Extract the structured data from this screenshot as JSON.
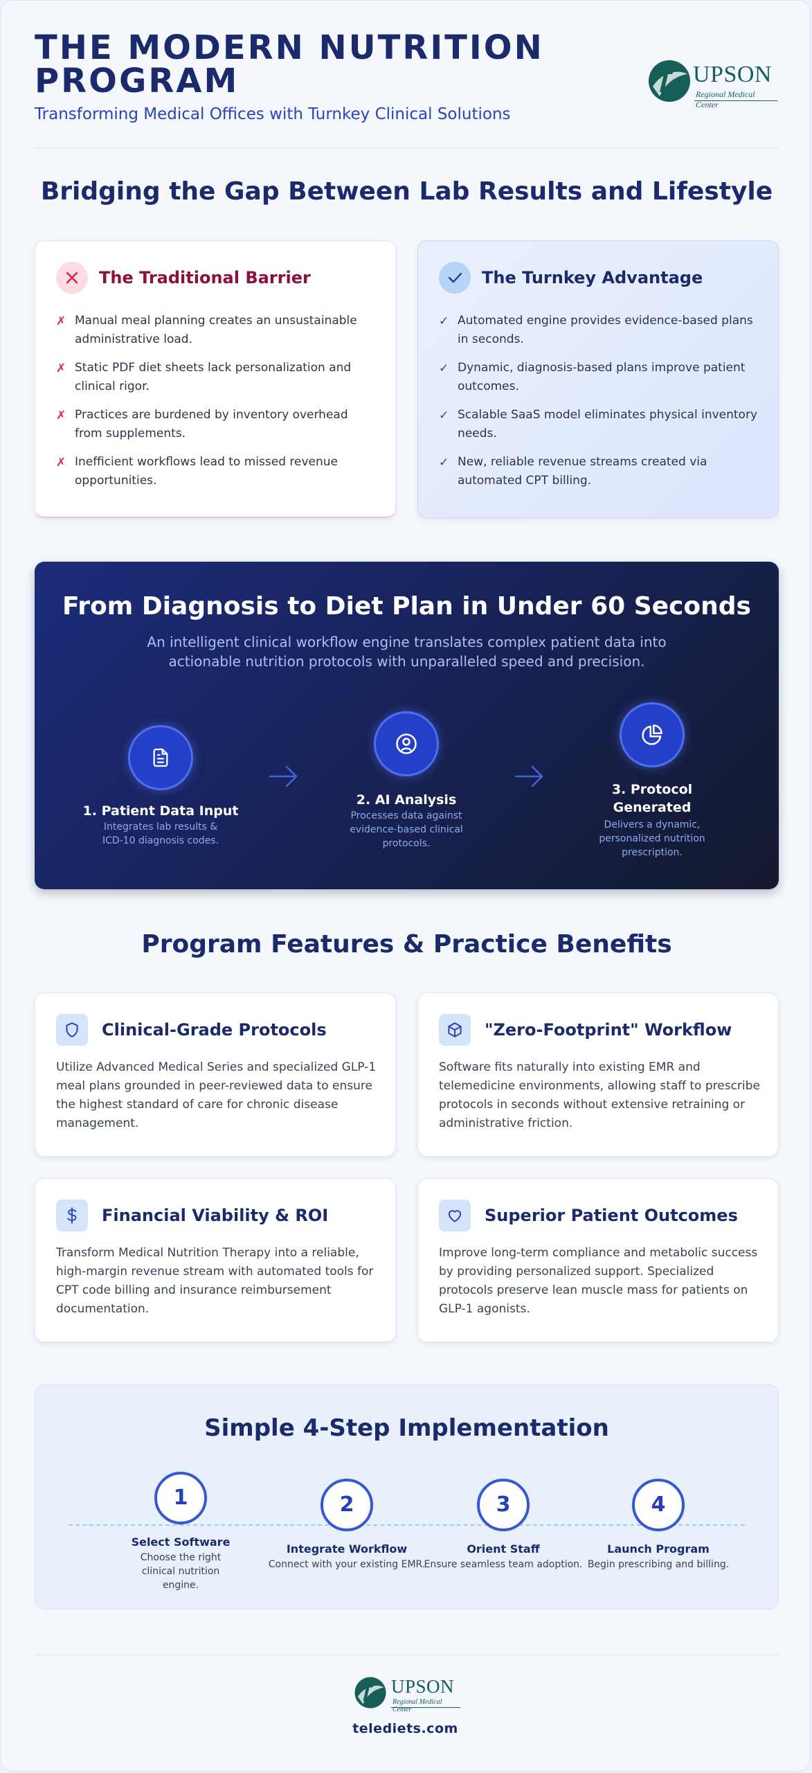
{
  "header": {
    "title": "THE MODERN NUTRITION PROGRAM",
    "subtitle": "Transforming Medical Offices with Turnkey Clinical Solutions",
    "logo": {
      "name": "UPSON",
      "tagline": "Regional Medical Center"
    }
  },
  "gap_section": {
    "title": "Bridging the Gap Between Lab Results and Lifestyle",
    "barrier": {
      "title": "The Traditional Barrier",
      "icon": "x-icon",
      "items": [
        "Manual meal planning creates an unsustainable administrative load.",
        "Static PDF diet sheets lack personalization and clinical rigor.",
        "Practices are burdened by inventory overhead from supplements.",
        "Inefficient workflows lead to missed revenue opportunities."
      ]
    },
    "advantage": {
      "title": "The Turnkey Advantage",
      "icon": "check-icon",
      "items": [
        "Automated engine provides evidence-based plans in seconds.",
        "Dynamic, diagnosis-based plans improve patient outcomes.",
        "Scalable SaaS model eliminates physical inventory needs.",
        "New, reliable revenue streams created via automated CPT billing."
      ]
    },
    "marks": {
      "x": "✗",
      "ok": "✓"
    }
  },
  "workflow": {
    "title": "From Diagnosis to Diet Plan in Under 60 Seconds",
    "description": "An intelligent clinical workflow engine translates complex patient data into actionable nutrition protocols with unparalleled speed and precision.",
    "steps": [
      {
        "title": "1. Patient Data Input",
        "desc": "Integrates lab results & ICD-10 diagnosis codes.",
        "icon": "document-icon"
      },
      {
        "title": "2. AI Analysis",
        "desc": "Processes data against evidence-based clinical protocols.",
        "icon": "analysis-icon"
      },
      {
        "title": "3. Protocol Generated",
        "desc": "Delivers a dynamic, personalized nutrition prescription.",
        "icon": "pie-chart-icon"
      }
    ]
  },
  "features": {
    "title": "Program Features & Practice Benefits",
    "items": [
      {
        "title": "Clinical-Grade Protocols",
        "icon": "shield-icon",
        "desc": "Utilize Advanced Medical Series and specialized GLP-1 meal plans grounded in peer-reviewed data to ensure the highest standard of care for chronic disease management."
      },
      {
        "title": "\"Zero-Footprint\" Workflow",
        "icon": "box-icon",
        "desc": "Software fits naturally into existing EMR and telemedicine environments, allowing staff to prescribe protocols in seconds without extensive retraining or administrative friction."
      },
      {
        "title": "Financial Viability & ROI",
        "icon": "dollar-icon",
        "desc": "Transform Medical Nutrition Therapy into a reliable, high-margin revenue stream with automated tools for CPT code billing and insurance reimbursement documentation."
      },
      {
        "title": "Superior Patient Outcomes",
        "icon": "heart-icon",
        "desc": "Improve long-term compliance and metabolic success by providing personalized support. Specialized protocols preserve lean muscle mass for patients on GLP-1 agonists."
      }
    ]
  },
  "implementation": {
    "title": "Simple 4-Step Implementation",
    "steps": [
      {
        "num": "1",
        "title": "Select Software",
        "desc": "Choose the right clinical nutrition engine."
      },
      {
        "num": "2",
        "title": "Integrate Workflow",
        "desc": "Connect with your existing EMR."
      },
      {
        "num": "3",
        "title": "Orient Staff",
        "desc": "Ensure seamless team adoption."
      },
      {
        "num": "4",
        "title": "Launch Program",
        "desc": "Begin prescribing and billing."
      }
    ]
  },
  "footer": {
    "logo": {
      "name": "UPSON",
      "tagline": "Regional Medical Center"
    },
    "url": "telediets.com"
  },
  "colors": {
    "navy": "#1b2a6b",
    "accent_blue": "#2a43b6",
    "barrier_red": "#8c1236",
    "x_mark": "#d6284b",
    "logo_teal": "#175e56"
  }
}
